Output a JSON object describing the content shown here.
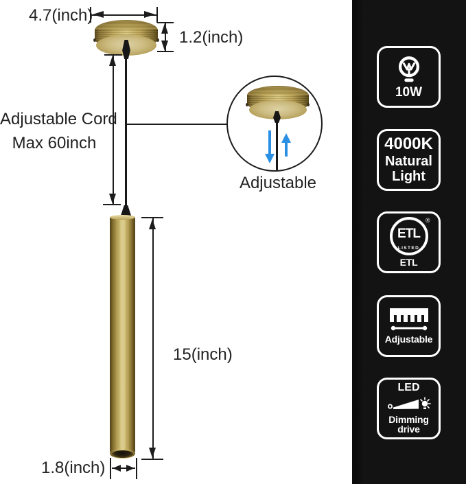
{
  "dimensions": {
    "canopy_width": "4.7(inch)",
    "canopy_height": "1.2(inch)",
    "cord_note_line1": "Adjustable Cord",
    "cord_note_line2": "Max 60inch",
    "inset_label": "Adjustable",
    "pendant_length": "15(inch)",
    "pendant_diameter": "1.8(inch)"
  },
  "badges": {
    "wattage": {
      "icon": "bulb-icon",
      "label": "10W"
    },
    "color_temp": {
      "line1": "4000K",
      "line2": "Natural",
      "line3": "Light"
    },
    "etl": {
      "icon": "etl-listed-logo",
      "logo_text": "ETL",
      "logo_arc_text": "LISTED",
      "registered_mark": "®",
      "label": "ETL"
    },
    "adjustable": {
      "icon": "ruler-icon",
      "label": "Adjustable"
    },
    "dimming": {
      "icon": "dimming-ramp-icon",
      "top_label": "LED",
      "bottom_label": "Dimming drive"
    }
  },
  "colors": {
    "panel_bg": "#131313",
    "badge_border": "#ffffff",
    "brass": "#b59c4e",
    "line_color": "#1c1c1c",
    "arrow_blue": "#2b90e4"
  }
}
